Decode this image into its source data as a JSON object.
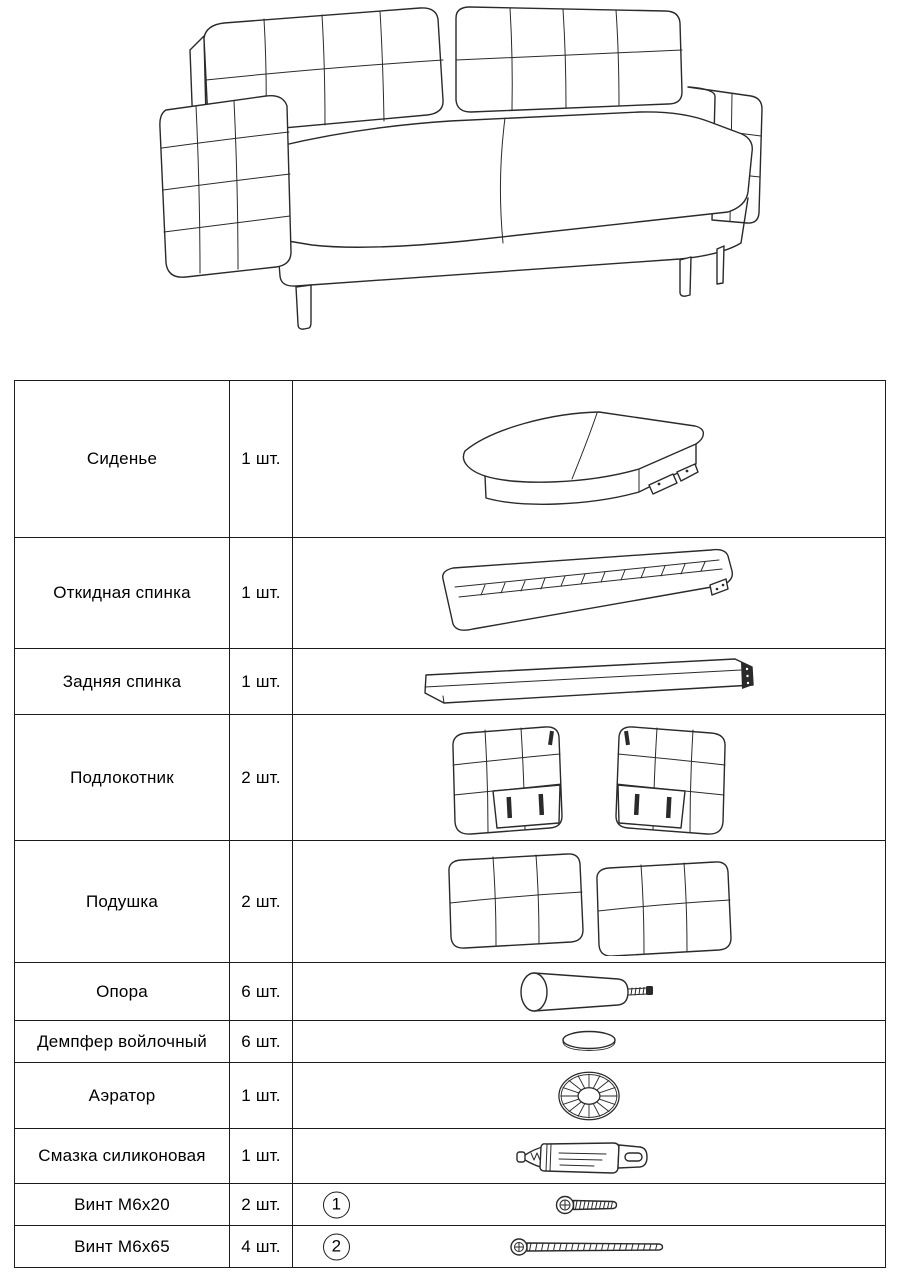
{
  "hero": {
    "illustration": "assembled-sofa-line-drawing"
  },
  "parts_table": {
    "rows": [
      {
        "name": "Сиденье",
        "qty": "1 шт.",
        "marker": "",
        "illustration": "seat"
      },
      {
        "name": "Откидная спинка",
        "qty": "1 шт.",
        "marker": "",
        "illustration": "folding-backrest"
      },
      {
        "name": "Задняя спинка",
        "qty": "1 шт.",
        "marker": "",
        "illustration": "rear-back-panel"
      },
      {
        "name": "Подлокотник",
        "qty": "2 шт.",
        "marker": "",
        "illustration": "armrest-pair"
      },
      {
        "name": "Подушка",
        "qty": "2 шт.",
        "marker": "",
        "illustration": "cushion-pair"
      },
      {
        "name": "Опора",
        "qty": "6 шт.",
        "marker": "",
        "illustration": "support-leg"
      },
      {
        "name": "Демпфер войлочный",
        "qty": "6 шт.",
        "marker": "",
        "illustration": "felt-damper"
      },
      {
        "name": "Аэратор",
        "qty": "1 шт.",
        "marker": "",
        "illustration": "aerator"
      },
      {
        "name": "Смазка силиконовая",
        "qty": "1 шт.",
        "marker": "",
        "illustration": "silicone-grease"
      },
      {
        "name": "Винт М6х20",
        "qty": "2 шт.",
        "marker": "1",
        "illustration": "screw-m6x20"
      },
      {
        "name": "Винт М6х65",
        "qty": "4 шт.",
        "marker": "2",
        "illustration": "screw-m6x65"
      }
    ]
  }
}
